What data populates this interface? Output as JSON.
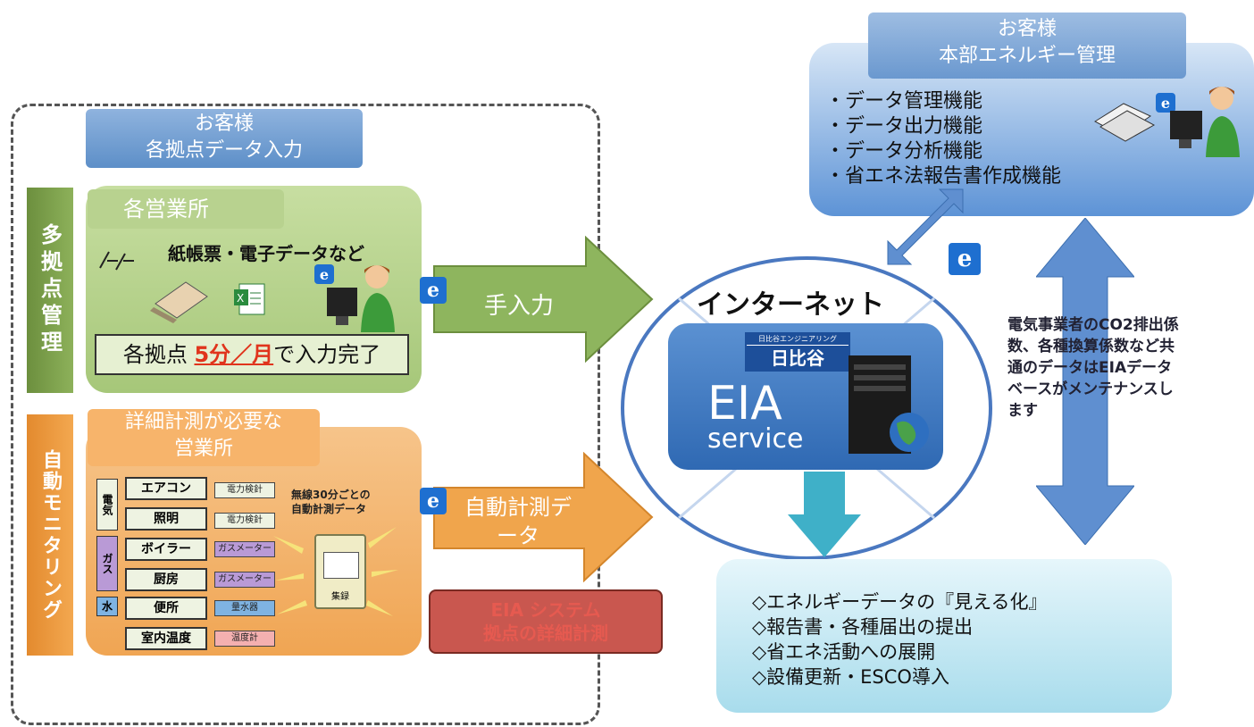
{
  "left_group": {
    "header": [
      "お客様",
      "各拠点データ入力"
    ]
  },
  "multi_site": {
    "side_label": "多拠点管理",
    "subtab": "各営業所",
    "paper_text": "紙帳票・電子データなど",
    "completion": {
      "prefix": "各拠点 ",
      "highlight": "5分／月",
      "suffix": "で入力完了"
    }
  },
  "auto_monitor": {
    "side_label": "自動モニタリング",
    "subtab": [
      "詳細計測が必要な",
      "営業所"
    ],
    "categories": [
      "電気",
      "ガス",
      "水"
    ],
    "rows": [
      {
        "label": "エアコン",
        "tag": "電力検針"
      },
      {
        "label": "照明",
        "tag": "電力検針"
      },
      {
        "label": "ボイラー",
        "tag": "ガスメーター"
      },
      {
        "label": "厨房",
        "tag": "ガスメーター"
      },
      {
        "label": "便所",
        "tag": "量水器"
      },
      {
        "label": "室内温度",
        "tag": "温度計"
      }
    ],
    "wireless_note": [
      "無線30分ごとの",
      "自動計測データ"
    ],
    "device_label": "集録"
  },
  "arrows": {
    "manual": "手入力",
    "auto": [
      "自動計測デ",
      "ータ"
    ]
  },
  "eia_system": [
    "EIA システム",
    "拠点の詳細計測"
  ],
  "internet": {
    "title": "インターネット",
    "brand_small": "日比谷エンジニアリング",
    "brand": "日比谷",
    "service_title": "EIA",
    "service_sub": "service"
  },
  "hq": {
    "header": [
      "お客様",
      "本部エネルギー管理"
    ],
    "functions": [
      "・データ管理機能",
      "・データ出力機能",
      "・データ分析機能",
      "・省エネ法報告書作成機能"
    ]
  },
  "maintenance_note": [
    "電気事業者のCO2排出係",
    "数、各種換算係数など共",
    "通のデータはEIAデータ",
    "ベースがメンテナンスし",
    "ます"
  ],
  "outcomes": [
    "◇エネルギーデータの『見える化』",
    "◇報告書・各種届出の提出",
    "◇省エネ活動への展開",
    "◇設備更新・ESCO導入"
  ],
  "icons": {
    "ie": "e"
  },
  "colors": {
    "accent_red": "#e0341c",
    "internet_blue": "#2f69b3"
  }
}
